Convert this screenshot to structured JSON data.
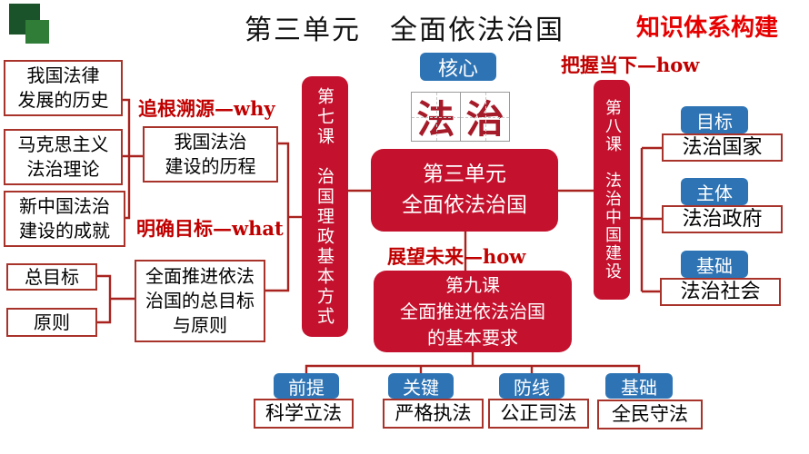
{
  "header": {
    "title": "第三单元　全面依法治国",
    "watermark": "知识体系构建"
  },
  "annotations": {
    "why": "追根溯源—why",
    "what": "明确目标—what",
    "how_now": "把握当下—how",
    "how_future": "展望未来—how"
  },
  "center": {
    "core_tag": "核心",
    "core_char_1": "法",
    "core_char_2": "治",
    "unit_node": "第三单元\n全面依法治国"
  },
  "lesson7": {
    "bar": "第七课　治国理政基本方式",
    "history_box_1": "我国法律\n发展的历史",
    "history_box_2": "马克思主义\n法治理论",
    "history_box_3": "新中国法治\n建设的成就",
    "process_box": "我国法治\n建设的历程",
    "goal_box": "总目标",
    "principle_box": "原则",
    "summary_box": "全面推进依法\n治国的总目标\n与原则"
  },
  "lesson8": {
    "bar": "第八课　法治中国建设",
    "items": [
      {
        "tag": "目标",
        "label": "法治国家"
      },
      {
        "tag": "主体",
        "label": "法治政府"
      },
      {
        "tag": "基础",
        "label": "法治社会"
      }
    ]
  },
  "lesson9": {
    "node": "第九课\n全面推进依法治国\n的基本要求",
    "items": [
      {
        "tag": "前提",
        "label": "科学立法"
      },
      {
        "tag": "关键",
        "label": "严格执法"
      },
      {
        "tag": "防线",
        "label": "公正司法"
      },
      {
        "tag": "基础",
        "label": "全民守法"
      }
    ]
  },
  "colors": {
    "node_red": "#c4122e",
    "border_red": "#a8332b",
    "annotation_red": "#c00000",
    "watermark_red": "#e60000",
    "tag_blue": "#2e74b5",
    "calligraphy_red": "#a61b29",
    "logo_green_dark": "#1a5329",
    "logo_green_light": "#2f7d36"
  }
}
